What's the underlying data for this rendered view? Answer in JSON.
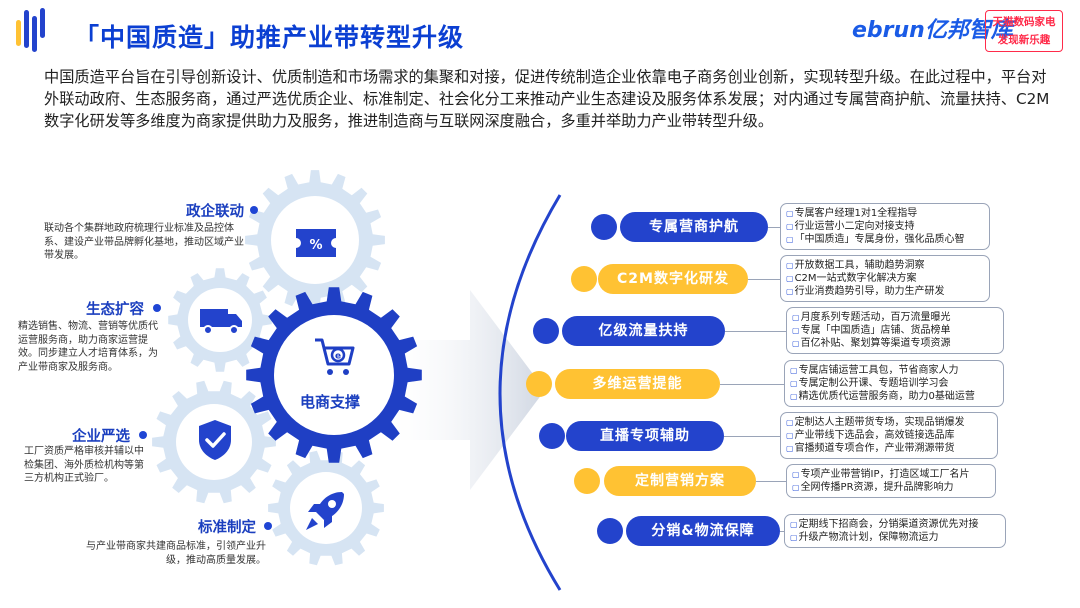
{
  "header": {
    "title": "「中国质造」助推产业带转型升级",
    "logo_ebrun": "ebrun亿邦智库",
    "logo_tmall_line1": "天猫数码家电",
    "logo_tmall_line2": "发现新乐趣"
  },
  "intro": "中国质造平台旨在引导创新设计、优质制造和市场需求的集聚和对接，促进传统制造企业依靠电子商务创业创新，实现转型升级。在此过程中，平台对外联动政府、生态服务商，通过严选优质企业、标准制定、社会化分工来推动产业生态建设及服务体系发展；对内通过专属营商护航、流量扶持、C2M数字化研发等多维度为商家提供助力及服务，推进制造商与互联网深度融合，多重并举助力产业带转型升级。",
  "center": {
    "label": "电商支撑"
  },
  "left_items": [
    {
      "title": "政企联动",
      "desc": "联动各个集群地政府梳理行业标准及品控体系、建设产业带品牌孵化基地，推动区域产业带发展。"
    },
    {
      "title": "生态扩容",
      "desc": "精选销售、物流、营销等优质代运营服务商，助力商家运营提效。同步建立人才培育体系，为产业带商家及服务商。"
    },
    {
      "title": "企业严选",
      "desc": "工厂资质严格审核并辅以中检集团、海外质检机构等第三方机构正式验厂。"
    },
    {
      "title": "标准制定",
      "desc": "与产业带商家共建商品标准，引领产业升级，推动高质量发展。"
    }
  ],
  "right_items": [
    {
      "label": "专属营商护航",
      "color": "blue",
      "lines": [
        "专属客户经理1对1全程指导",
        "行业运营小二定向对接支持",
        "「中国质造」专属身份，强化品质心智"
      ]
    },
    {
      "label": "C2M数字化研发",
      "color": "yellow",
      "lines": [
        "开放数据工具，辅助趋势洞察",
        "C2M一站式数字化解决方案",
        "行业消费趋势引导，助力生产研发"
      ]
    },
    {
      "label": "亿级流量扶持",
      "color": "blue",
      "lines": [
        "月度系列专题活动，百万流量曝光",
        "专属「中国质造」店铺、货品榜单",
        "百亿补贴、聚划算等渠道专项资源"
      ]
    },
    {
      "label": "多维运营提能",
      "color": "yellow",
      "lines": [
        "专属店铺运营工具包，节省商家人力",
        "专属定制公开课、专题培训学习会",
        "精选优质代运营服务商，助力0基础运营"
      ]
    },
    {
      "label": "直播专项辅助",
      "color": "blue",
      "lines": [
        "定制达人主题带货专场，实现品销爆发",
        "产业带线下选品会，高效链接选品库",
        "官播频道专项合作，产业带溯源带货"
      ]
    },
    {
      "label": "定制营销方案",
      "color": "yellow",
      "lines": [
        "专项产业带营销IP，打造区域工厂名片",
        "全网传播PR资源，提升品牌影响力"
      ]
    },
    {
      "label": "分销&物流保障",
      "color": "blue",
      "lines": [
        "定期线下招商会，分销渠道资源优先对接",
        "升级产物流计划，保障物流运力"
      ]
    }
  ],
  "colors": {
    "accent_blue": "#2343cc",
    "accent_yellow": "#ffc233",
    "gear_light": "#d6e4f3",
    "gear_dark": "#1f3fc4"
  },
  "icons": [
    "coupon-icon",
    "truck-icon",
    "shield-check-icon",
    "rocket-icon",
    "shopping-cart-icon"
  ]
}
